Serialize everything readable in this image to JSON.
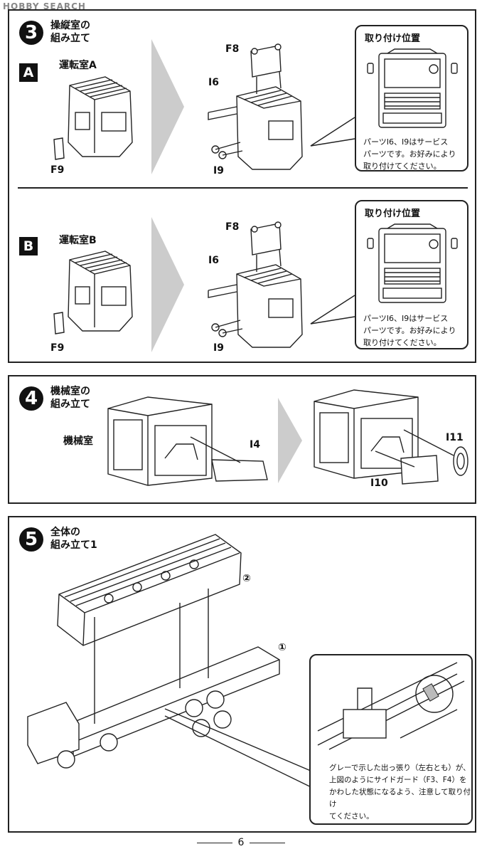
{
  "watermark": "HOBBY SEARCH",
  "page_number": "6",
  "step3": {
    "number": "3",
    "title_line1": "操縦室の",
    "title_line2": "組み立て",
    "variant_a": {
      "badge": "A",
      "cab_label": "運転室A",
      "part_f9": "F9",
      "part_f8": "F8",
      "part_i6": "I6",
      "part_i9": "I9",
      "callout_title": "取り付け位置",
      "callout_line1": "パーツI6、I9はサービス",
      "callout_line2": "パーツです。お好みにより",
      "callout_line3": "取り付けてください。"
    },
    "variant_b": {
      "badge": "B",
      "cab_label": "運転室B",
      "part_f9": "F9",
      "part_f8": "F8",
      "part_i6": "I6",
      "part_i9": "I9",
      "callout_title": "取り付け位置",
      "callout_line1": "パーツI6、I9はサービス",
      "callout_line2": "パーツです。お好みにより",
      "callout_line3": "取り付けてください。"
    }
  },
  "step4": {
    "number": "4",
    "title_line1": "機械室の",
    "title_line2": "組み立て",
    "room_label": "機械室",
    "part_i4": "I4",
    "part_i10": "I10",
    "part_i11": "I11"
  },
  "step5": {
    "number": "5",
    "title_line1": "全体の",
    "title_line2": "組み立て1",
    "marker_1": "①",
    "marker_2": "②",
    "note_line1": "グレーで示した出っ張り（左右とも）が、",
    "note_line2": "上図のようにサイドガード（F3、F4）を",
    "note_line3": "かわした状態になるよう、注意して取り付け",
    "note_line4": "てください。"
  }
}
